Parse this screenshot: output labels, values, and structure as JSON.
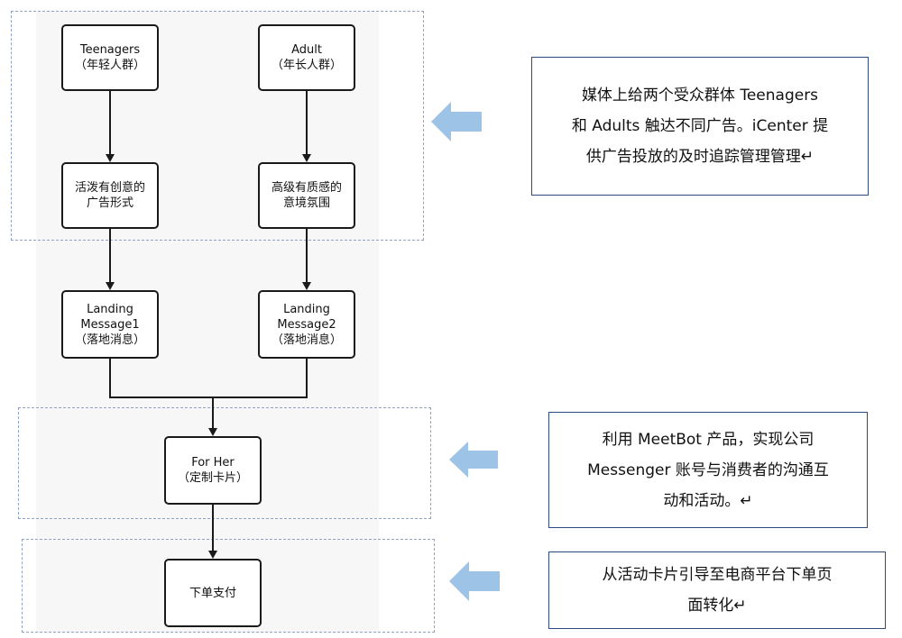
{
  "nodes": {
    "teenagers": {
      "line1": "Teenagers",
      "line2": "（年轻人群）"
    },
    "adult": {
      "line1": "Adult",
      "line2": "（年长人群）"
    },
    "creative_ad": {
      "line1": "活泼有创意的",
      "line2": "广告形式"
    },
    "premium_ad": {
      "line1": "高级有质感的",
      "line2": "意境氛围"
    },
    "landing1": {
      "line1": "Landing",
      "line2": "Message1",
      "line3": "（落地消息）"
    },
    "landing2": {
      "line1": "Landing",
      "line2": "Message2",
      "line3": "（落地消息）"
    },
    "for_her": {
      "line1": "For Her",
      "line2": "（定制卡片）"
    },
    "checkout": {
      "line1": "下单支付"
    }
  },
  "notes": {
    "note1": "媒体上给两个受众群体 Teenagers\n和 Adults 触达不同广告。iCenter 提\n供广告投放的及时追踪管理管理↵",
    "note2": "利用 MeetBot 产品，实现公司\nMessenger 账号与消费者的沟通互\n动和活动。↵",
    "note3": "从活动卡片引导至电商平台下单页\n面转化↵"
  },
  "colors": {
    "arrow_fill": "#9dc3e6",
    "note_border": "#2e4a7a",
    "group_border": "#8fa3c8",
    "node_border": "#1a1a1a"
  }
}
